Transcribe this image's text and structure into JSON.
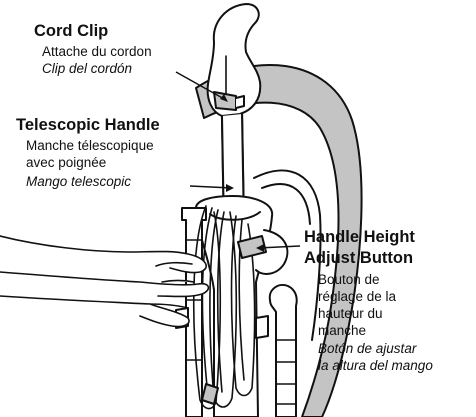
{
  "callouts": {
    "cord_clip": {
      "title": "Cord Clip",
      "french": "Attache du cordon",
      "spanish": "Clip del cordón"
    },
    "telescopic_handle": {
      "title": "Telescopic Handle",
      "french_line1": "Manche télescopique",
      "french_line2": "avec poignée",
      "spanish": "Mango telescopic"
    },
    "handle_height_adjust_button": {
      "title_line1": "Handle Height",
      "title_line2": "Adjust Button",
      "french_line1": "Bouton de",
      "french_line2": "réglage de la",
      "french_line3": "hauteur du",
      "french_line4": "manche",
      "spanish_line1": "Botón de ajustar",
      "spanish_line2": "la altura del mango"
    }
  },
  "colors": {
    "line": "#111111",
    "shade": "#c4c4c4",
    "background": "#ffffff"
  }
}
